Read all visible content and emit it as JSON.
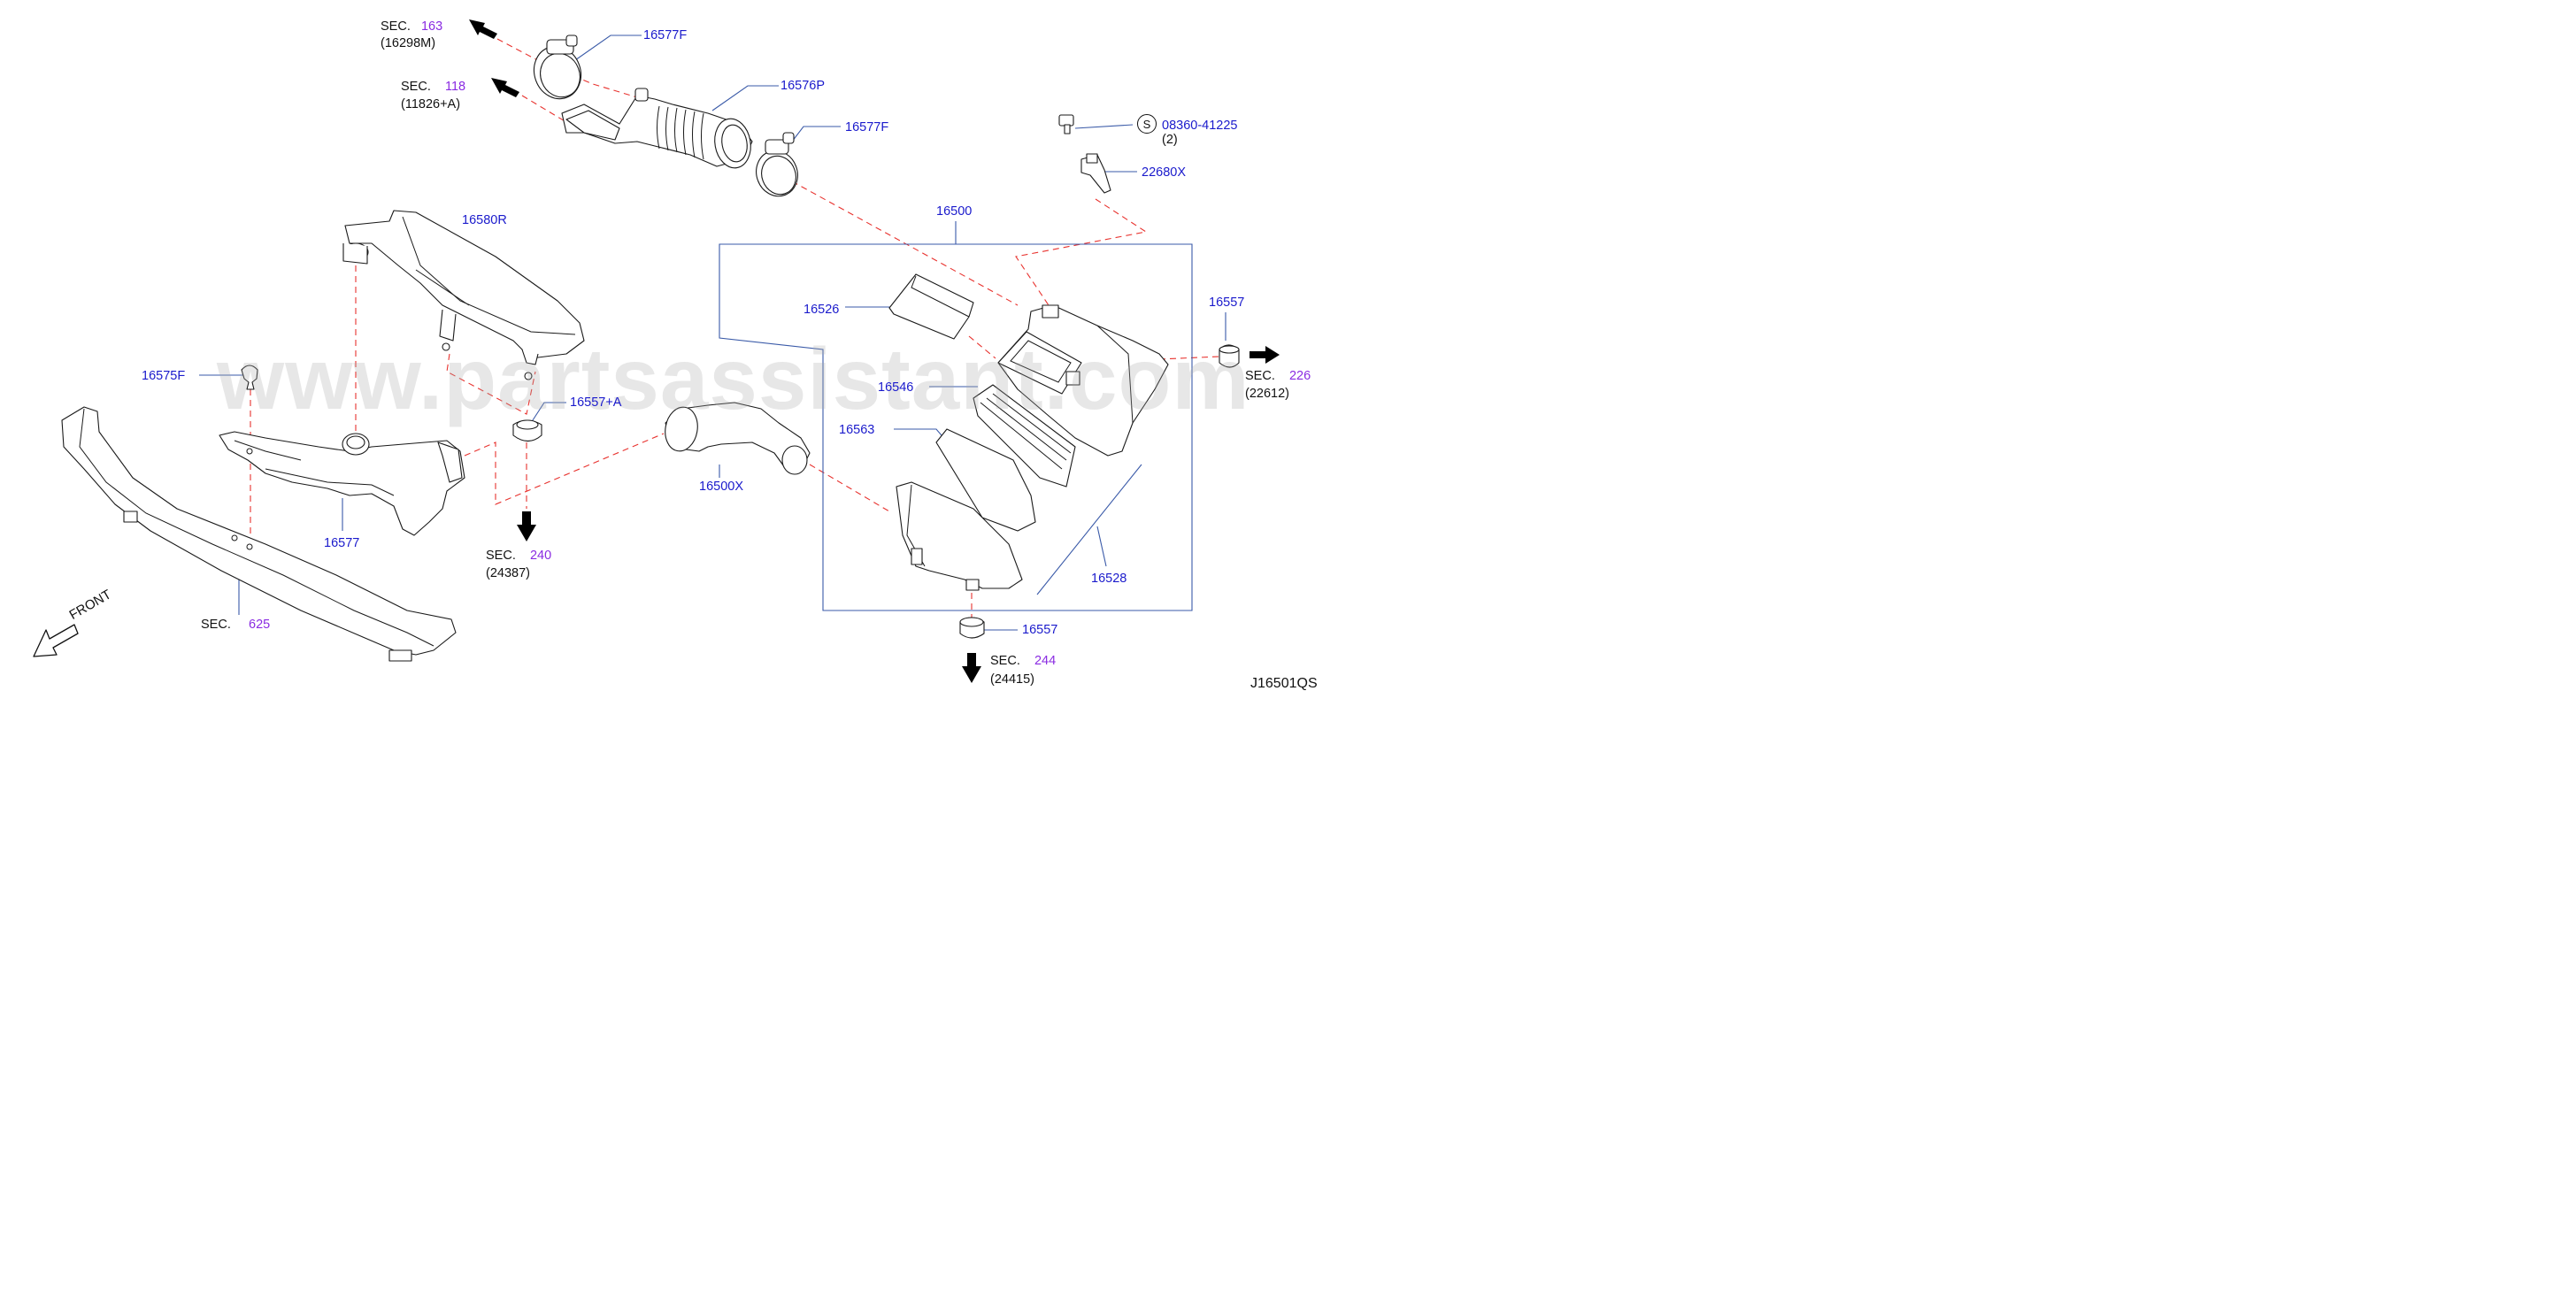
{
  "watermark": "www.partsassistant.com",
  "diagram_code": "J16501QS",
  "front_label": "FRONT",
  "s_symbol": "S",
  "colors": {
    "part_label": "#1a1acc",
    "section_number": "#8a2be2",
    "leader": "#3a5aa8",
    "dash": "#e8322e"
  },
  "part_labels": {
    "p16577F_top": "16577F",
    "p16576P": "16576P",
    "p16577F_mid": "16577F",
    "bolt_08360": "08360-41225",
    "bolt_qty": "(2)",
    "p22680X": "22680X",
    "p16500": "16500",
    "p16580R": "16580R",
    "p16526": "16526",
    "p16557_right": "16557",
    "p16575F": "16575F",
    "p16557A": "16557+A",
    "p16546": "16546",
    "p16563": "16563",
    "p16500X": "16500X",
    "p16577": "16577",
    "p16528": "16528",
    "p16557_bottom": "16557"
  },
  "section_refs": [
    {
      "prefix": "SEC.",
      "number": "163",
      "sub": "(16298M)"
    },
    {
      "prefix": "SEC.",
      "number": "118",
      "sub": "(11826+A)"
    },
    {
      "prefix": "SEC.",
      "number": "226",
      "sub": "(22612)"
    },
    {
      "prefix": "SEC.",
      "number": "240",
      "sub": "(24387)"
    },
    {
      "prefix": "SEC.",
      "number": "625",
      "sub": ""
    },
    {
      "prefix": "SEC.",
      "number": "244",
      "sub": "(24415)"
    }
  ]
}
